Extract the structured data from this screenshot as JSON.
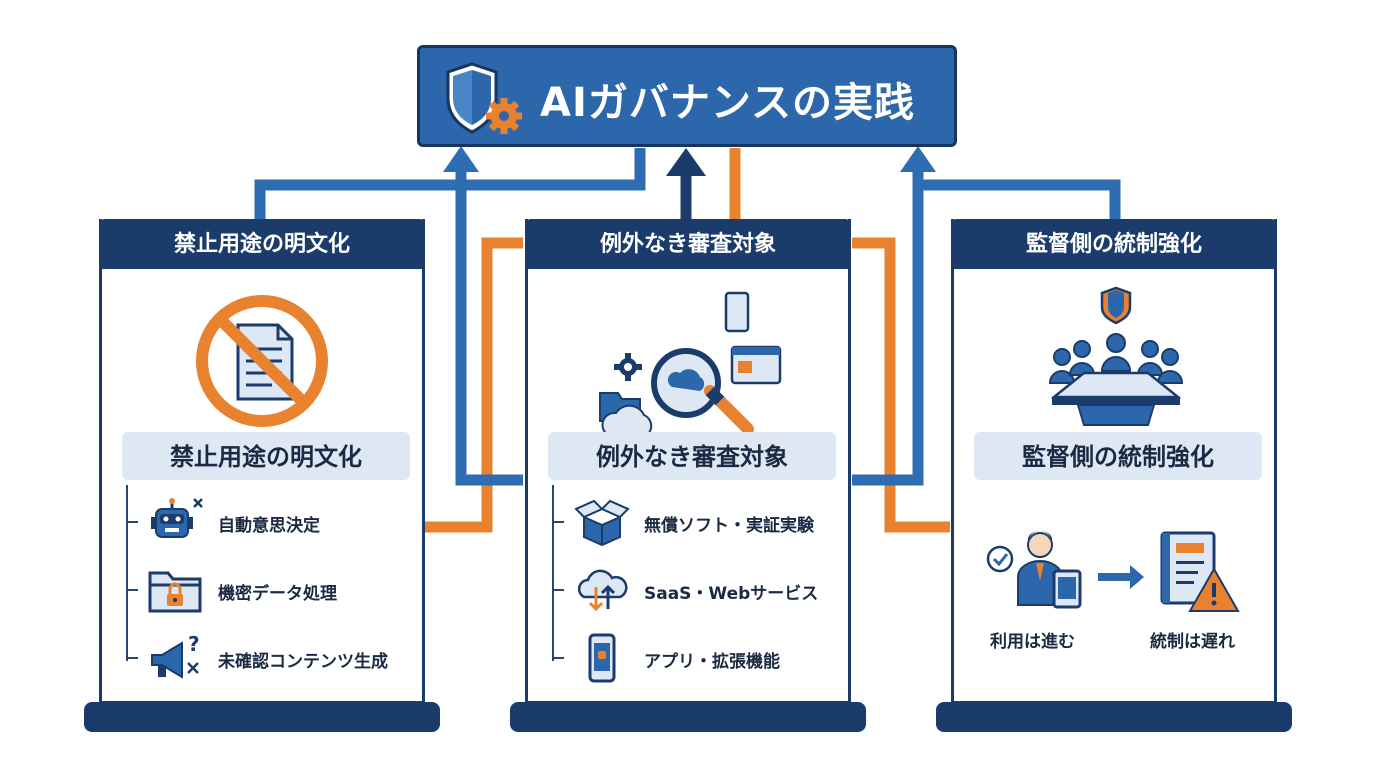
{
  "title": "AIガバナンスの実践",
  "colors": {
    "navy": "#1b3c6b",
    "blue": "#2c67ac",
    "connector_blue": "#2f6db3",
    "orange": "#e8822e",
    "light_blue_fill": "#dde8f4"
  },
  "icons": {
    "title": "shield-gear-icon",
    "panel1_hero": "prohibited-document-icon",
    "panel2_hero": "cloud-search-icon",
    "panel3_hero": "board-meeting-icon"
  },
  "panels": [
    {
      "header": "禁止用途の明文化",
      "subtitle": "禁止用途の明文化",
      "items": [
        {
          "label": "自動意思決定",
          "icon": "robot-icon"
        },
        {
          "label": "機密データ処理",
          "icon": "locked-folder-icon"
        },
        {
          "label": "未確認コンテンツ生成",
          "icon": "megaphone-icon"
        }
      ]
    },
    {
      "header": "例外なき審査対象",
      "subtitle": "例外なき審査対象",
      "items": [
        {
          "label": "無償ソフト・実証実験",
          "icon": "open-box-icon"
        },
        {
          "label": "SaaS・Webサービス",
          "icon": "cloud-sync-icon"
        },
        {
          "label": "アプリ・拡張機能",
          "icon": "smartphone-icon"
        }
      ]
    },
    {
      "header": "監督側の統制強化",
      "subtitle": "監督側の統制強化",
      "flow": {
        "left_label": "利用は進む",
        "right_label": "統制は遅れ"
      }
    }
  ]
}
